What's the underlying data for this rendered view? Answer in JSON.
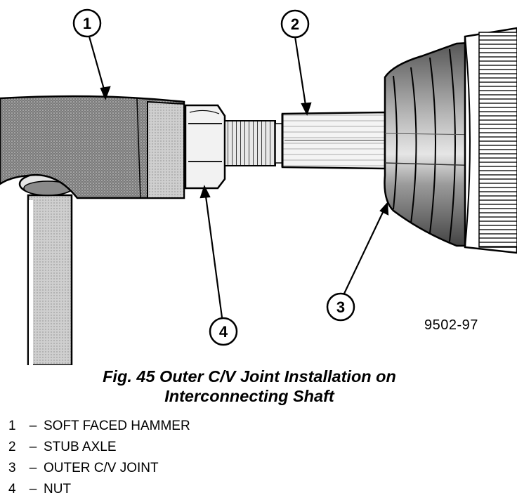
{
  "figure_code": "9502-97",
  "caption": {
    "line1": "Fig. 45 Outer C/V Joint Installation on",
    "line2": "Interconnecting Shaft"
  },
  "callouts": [
    {
      "number": "1",
      "label": "SOFT FACED HAMMER"
    },
    {
      "number": "2",
      "label": "STUB AXLE"
    },
    {
      "number": "3",
      "label": "OUTER C/V JOINT"
    },
    {
      "number": "4",
      "label": "NUT"
    }
  ],
  "legend_separator": "–"
}
